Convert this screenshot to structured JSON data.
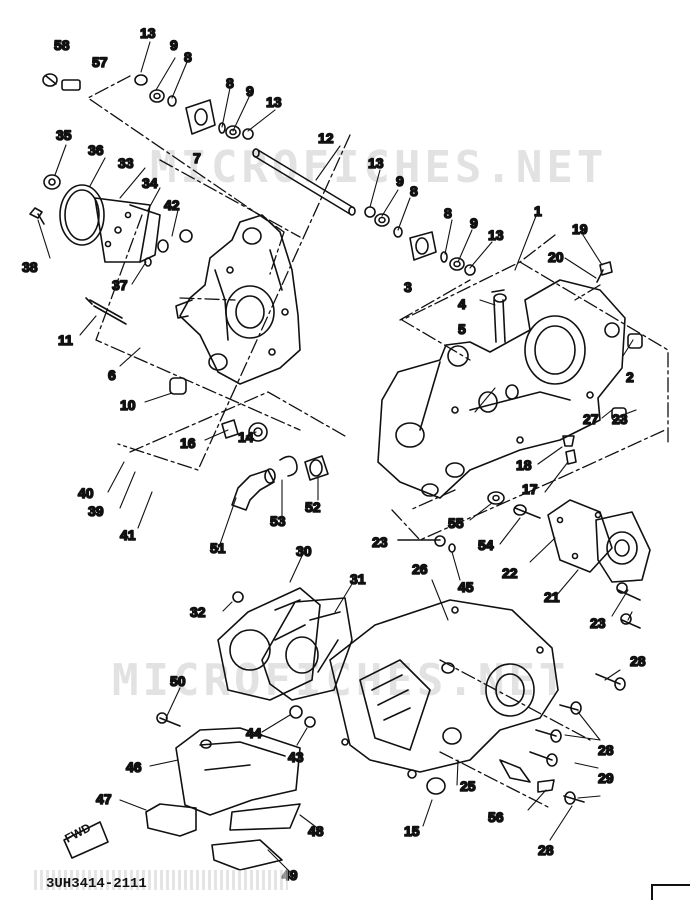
{
  "watermark_text": "MICROFICHES.NET",
  "diagram_code": "3UH3414-2111",
  "fwd_label": "FWD",
  "callouts": {
    "n1": "1",
    "n2": "2",
    "n3": "3",
    "n4": "4",
    "n5": "5",
    "n6": "6",
    "n7": "7",
    "n8a": "8",
    "n8b": "8",
    "n8c": "8",
    "n8d": "8",
    "n9a": "9",
    "n9b": "9",
    "n9c": "9",
    "n9d": "9",
    "n10": "10",
    "n11": "11",
    "n12": "12",
    "n13a": "13",
    "n13b": "13",
    "n13c": "13",
    "n13d": "13",
    "n14": "14",
    "n15": "15",
    "n16": "16",
    "n17": "17",
    "n18": "18",
    "n19": "19",
    "n20": "20",
    "n21": "21",
    "n22": "22",
    "n23a": "23",
    "n23b": "23",
    "n23c": "23",
    "n25": "25",
    "n26": "26",
    "n27": "27",
    "n28a": "28",
    "n28b": "28",
    "n28c": "28",
    "n29": "29",
    "n30": "30",
    "n31": "31",
    "n32": "32",
    "n33": "33",
    "n34": "34",
    "n35": "35",
    "n36": "36",
    "n37": "37",
    "n38": "38",
    "n39": "39",
    "n40": "40",
    "n41": "41",
    "n42": "42",
    "n43": "43",
    "n44": "44",
    "n45": "45",
    "n46": "46",
    "n47": "47",
    "n48": "48",
    "n49": "49",
    "n50": "50",
    "n51": "51",
    "n52": "52",
    "n53": "53",
    "n54": "54",
    "n55": "55",
    "n56": "56",
    "n57": "57",
    "n58": "58"
  }
}
